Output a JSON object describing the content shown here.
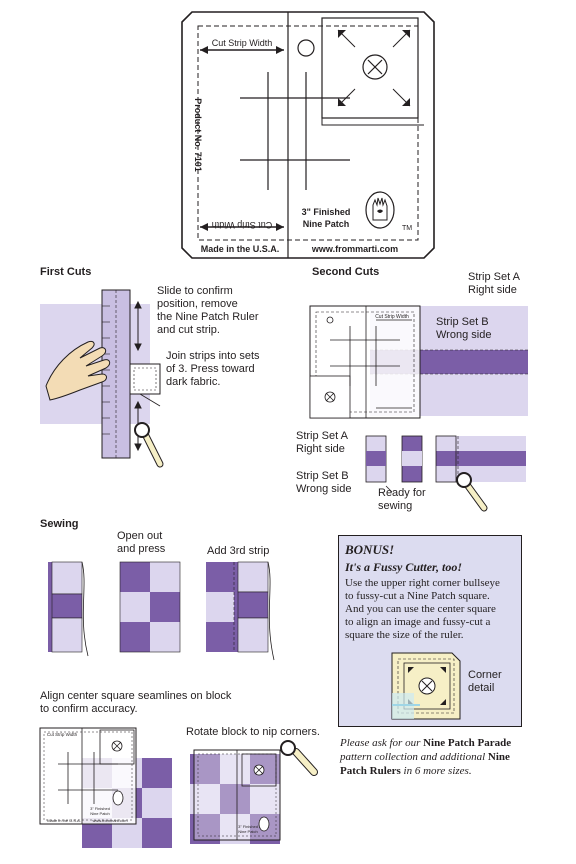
{
  "ruler": {
    "cut_strip_width": "Cut Strip Width",
    "product_no": "Product No. 7101",
    "finished_line1": "3\" Finished",
    "finished_line2": "Nine Patch",
    "tm": "TM",
    "made_in": "Made in the U.S.A.",
    "website": "www.frommarti.com"
  },
  "first_cuts": {
    "heading": "First Cuts",
    "step1_lines": [
      "Slide to confirm",
      "position, remove",
      "the Nine Patch Ruler",
      "and cut strip."
    ],
    "step2_lines": [
      "Join strips into sets",
      "of 3. Press toward",
      "dark fabric."
    ]
  },
  "second_cuts": {
    "heading": "Second Cuts",
    "strip_a_top": [
      "Strip Set A",
      "Right side"
    ],
    "strip_b_top": [
      "Strip Set B",
      "Wrong side"
    ],
    "strip_a_bottom": [
      "Strip Set A",
      "Right side"
    ],
    "strip_b_bottom": [
      "Strip Set B",
      "Wrong side"
    ],
    "ready": [
      "Ready for",
      "sewing"
    ]
  },
  "sewing": {
    "heading": "Sewing",
    "open_out": [
      "Open out",
      "and press"
    ],
    "add_3rd": "Add 3rd strip"
  },
  "align": {
    "caption_lines": [
      "Align center square seamlines on block",
      "to confirm accuracy."
    ],
    "rotate": "Rotate block to nip corners."
  },
  "bonus": {
    "title": "BONUS!",
    "subtitle": "It's a Fussy Cutter, too!",
    "body_lines": [
      "Use the upper right corner bullseye",
      "to fussy-cut a Nine Patch square.",
      "And you can use the center square",
      "to align an image and fussy-cut a",
      "square the size of the ruler."
    ],
    "corner_detail": [
      "Corner",
      "detail"
    ]
  },
  "note": {
    "part1": "Please ask for our ",
    "bold1": "Nine Patch Parade",
    "part2": " pattern collection and additional ",
    "bold2": "Nine Patch Rulers",
    "part3": " in 6 more sizes."
  },
  "colors": {
    "dark_purple": "#7b5ea7",
    "light_purple": "#dcd6ee",
    "ink": "#231f20",
    "cream": "#f6efc6",
    "skin": "#f3dcb5"
  }
}
